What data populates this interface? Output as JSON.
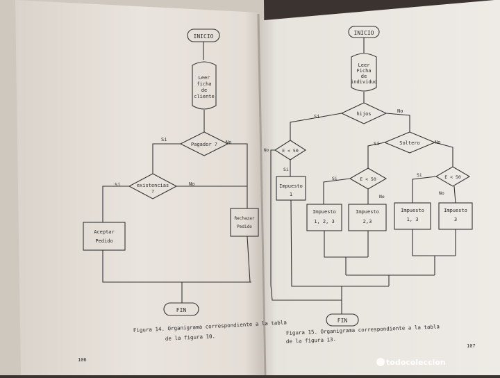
{
  "left_page": {
    "flowchart": {
      "start": "INICIO",
      "read": [
        "Leer",
        "ficha",
        "de",
        "cliente"
      ],
      "decision1": "Pagador ?",
      "decision1_yes": "Si",
      "decision1_no": "No",
      "decision2": [
        "existencias",
        "?"
      ],
      "decision2_yes": "Si",
      "decision2_no": "No",
      "accept": [
        "Aceptar",
        "Pedido"
      ],
      "reject": [
        "Rechazar",
        "Pedido"
      ],
      "end": "FIN"
    },
    "caption": [
      "Figura 14. Organigrama correspondiente a la tabla",
      "de la figura 10."
    ],
    "page_number": "106"
  },
  "right_page": {
    "flowchart": {
      "start": "INICIO",
      "read": [
        "Leer",
        "Ficha",
        "de",
        "individuo"
      ],
      "decision_hijos": "hijos",
      "hijos_yes": "Si",
      "hijos_no": "No",
      "decision_e50_left": "E < 50",
      "e50_left_no": "No",
      "e50_left_yes": "Si",
      "impuesto1": [
        "Impuesto",
        "1"
      ],
      "decision_soltero": "Soltero",
      "soltero_yes": "Si",
      "soltero_no": "No",
      "decision_e50_mid": "E < 50",
      "e50_mid_yes": "Si",
      "e50_mid_no": "No",
      "decision_e50_right": "E < 50",
      "e50_right_yes": "Si",
      "e50_right_no": "No",
      "imp_123": [
        "Impuesto",
        "1, 2, 3"
      ],
      "imp_23": [
        "Impuesto",
        "2,3"
      ],
      "imp_13": [
        "Impuesto",
        "1, 3"
      ],
      "imp_3": [
        "Impuesto",
        "3"
      ],
      "end": "FIN"
    },
    "caption": [
      "Figura 15. Organigrama correspondiente a la tabla",
      "de la figura 13."
    ],
    "page_number": "107"
  },
  "watermark": "todocoleccion"
}
